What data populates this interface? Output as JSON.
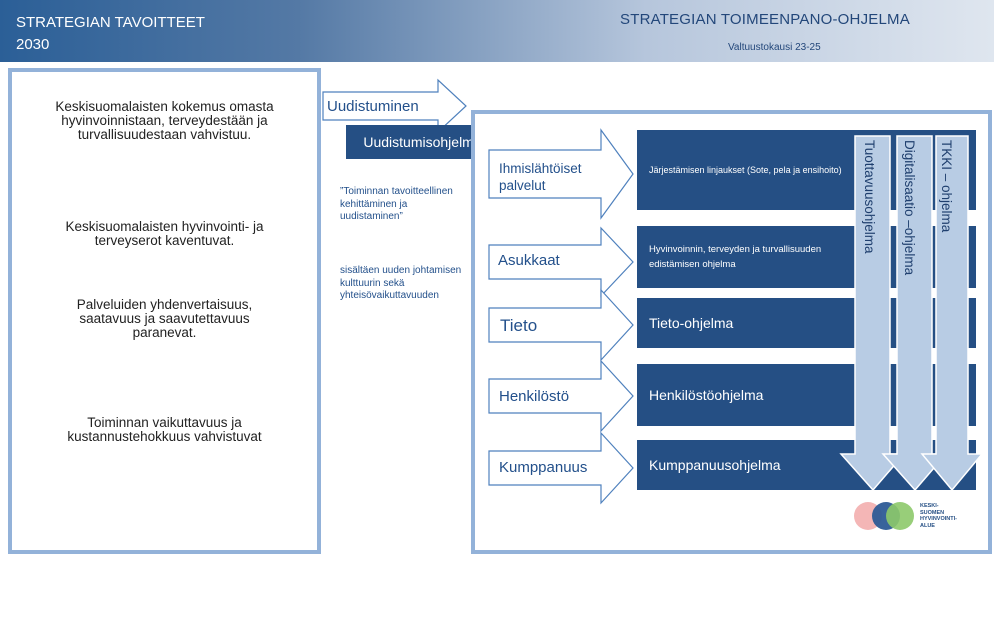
{
  "header": {
    "left_title_line1": "STRATEGIAN TAVOITTEET",
    "left_title_line2": "2030",
    "right_title": "STRATEGIAN TOIMEENPANO-OHJELMA",
    "subtitle": "Valtuustokausi 23-25"
  },
  "goals": [
    {
      "text": "Keskisuomalaisten kokemus omasta hyvinvoinnistaan, terveydestään ja turvallisuudestaan vahvistuu."
    },
    {
      "text": "Keskisuomalaisten hyvinvointi- ja terveyserot kaventuvat."
    },
    {
      "text": "Palveluiden yhdenvertaisuus, saatavuus ja saavutettavuus paranevat."
    },
    {
      "text": "Toiminnan vaikuttavuus ja kustannustehokkuus vahvistuvat"
    }
  ],
  "renewal": {
    "arrow_label": "Uudistuminen",
    "program_label": "Uudistumisohjelma",
    "quote": "”Toiminnan tavoitteellinen kehittäminen ja uudistaminen”",
    "description": "sisältäen uuden johtamisen kulttuurin sekä yhteisövaikuttavuuden"
  },
  "rows": [
    {
      "arrow": "Ihmislähtöiset palvelut",
      "program": "Järjestämisen linjaukset (Sote, pela ja ensihoito)"
    },
    {
      "arrow": "Asukkaat",
      "program": "Hyvinvoinnin,  terveyden ja turvallisuuden edistämisen ohjelma"
    },
    {
      "arrow": "Tieto",
      "program": "Tieto-ohjelma"
    },
    {
      "arrow": "Henkilöstö",
      "program": "Henkilöstöohjelma"
    },
    {
      "arrow": "Kumppanuus",
      "program": "Kumppanuusohjelma"
    }
  ],
  "vertical_programs": [
    "Tuottavuusohjelma",
    "Digitalisaatio –ohjelma",
    "TKKI – ohjelma"
  ],
  "logo": {
    "line1": "KESKI-",
    "line2": "SUOMEN",
    "line3": "HYVINVOINTI-",
    "line4": "ALUE"
  },
  "colors": {
    "dark_blue": "#254f84",
    "light_blue": "#93b2d9",
    "text_blue": "#23508b"
  }
}
